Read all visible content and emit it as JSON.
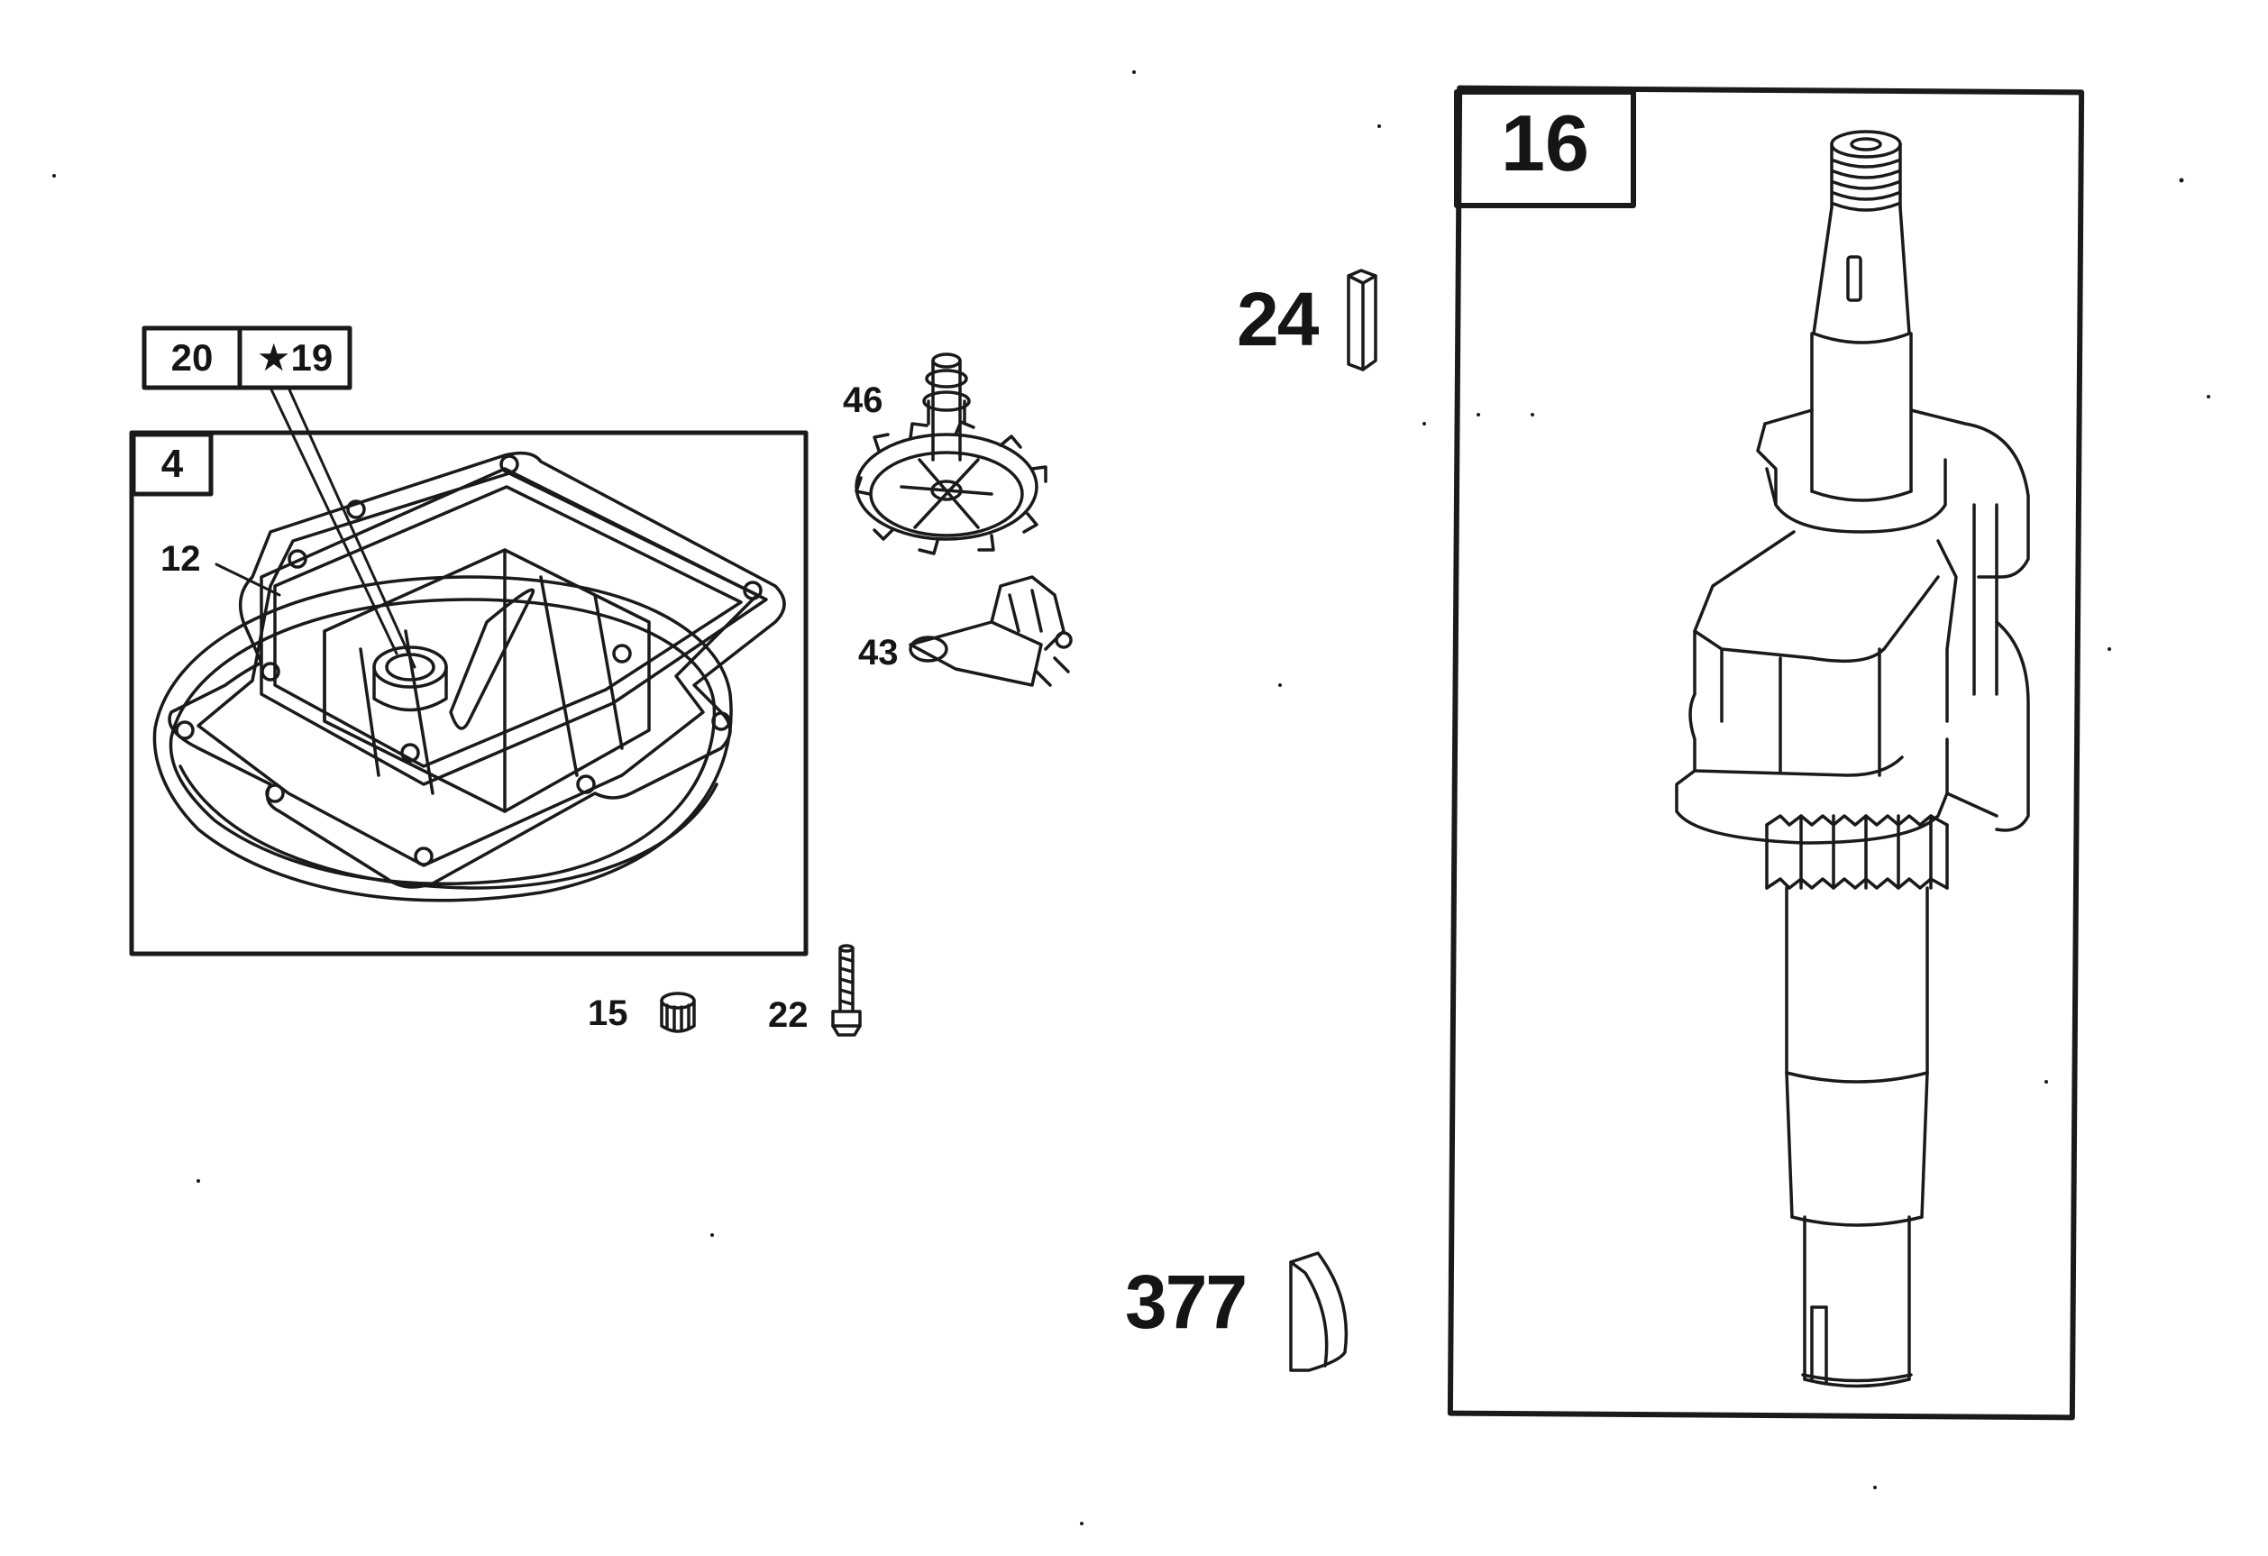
{
  "labels": {
    "box_4": "4",
    "box_20": "20",
    "box_19": "★19",
    "box_16": "16",
    "label_12": "12",
    "label_46": "46",
    "label_43": "43",
    "label_15": "15",
    "label_22": "22",
    "label_24": "24",
    "label_377": "377"
  },
  "colors": {
    "ink": "#1a1a1a",
    "paper": "#ffffff"
  }
}
